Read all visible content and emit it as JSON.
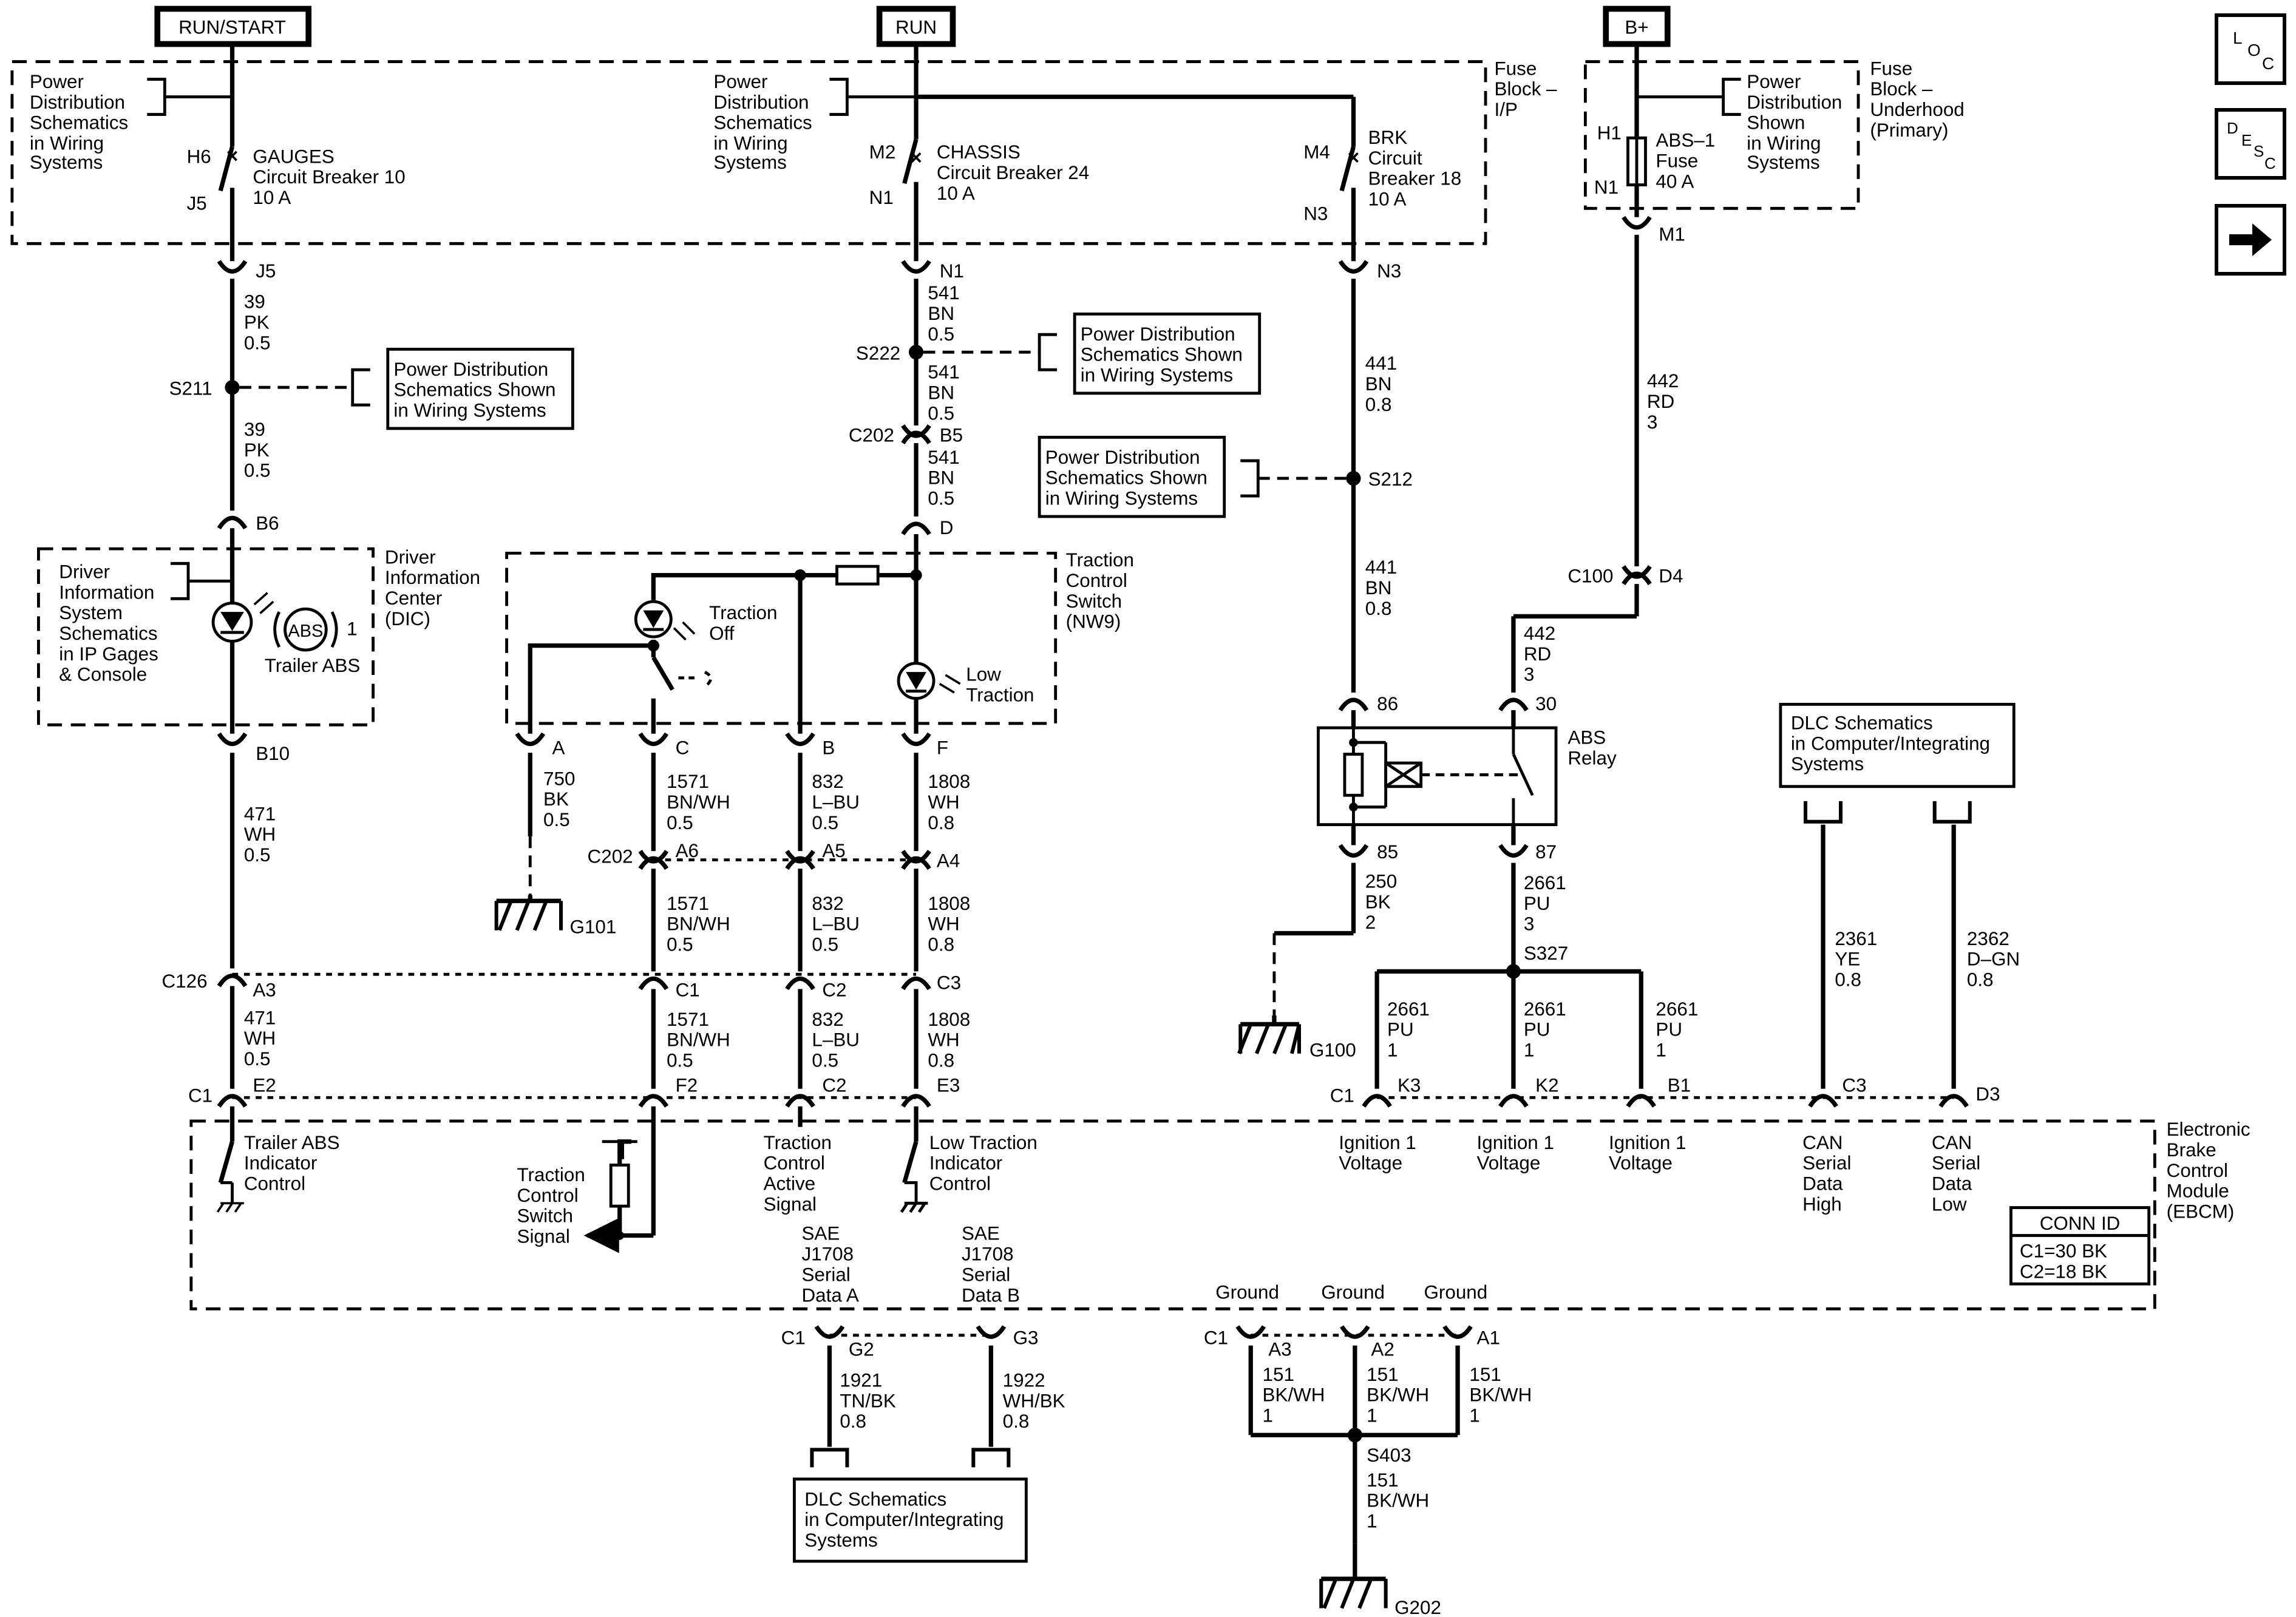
{
  "sources": {
    "run_start": "RUN/START",
    "run": "RUN",
    "b_plus": "B+"
  },
  "fuse_blocks": {
    "ip_title": [
      "Fuse",
      "Block –",
      "I/P"
    ],
    "underhood_title": [
      "Fuse",
      "Block –",
      "Underhood",
      "(Primary)"
    ]
  },
  "power_dist_ref": [
    "Power",
    "Distribution",
    "Schematics",
    "in Wiring",
    "Systems"
  ],
  "power_dist_ref_b": [
    "Power",
    "Distribution",
    "Shown",
    "in Wiring",
    "Systems"
  ],
  "power_dist_box": [
    "Power Distribution",
    "Schematics Shown",
    "in Wiring  Systems"
  ],
  "breakers": {
    "gauges": [
      "GAUGES",
      "Circuit Breaker 10",
      "10 A"
    ],
    "chassis": [
      "CHASSIS",
      "Circuit Breaker 24",
      "10 A"
    ],
    "brk": [
      "BRK",
      "Circuit",
      "Breaker 18",
      "10 A"
    ],
    "abs1": [
      "ABS–1",
      "Fuse",
      "40 A"
    ]
  },
  "pins": {
    "h6": "H6",
    "j5": "J5",
    "m2": "M2",
    "n1": "N1",
    "m4": "M4",
    "n3": "N3",
    "h1": "H1",
    "m1": "M1",
    "b6": "B6",
    "b10": "B10",
    "b5": "B5",
    "d": "D",
    "d4": "D4",
    "a": "A",
    "c": "C",
    "b": "B",
    "f": "F",
    "a6": "A6",
    "a5": "A5",
    "a4": "A4",
    "a3": "A3",
    "c1": "C1",
    "c2": "C2",
    "c3": "C3",
    "e2": "E2",
    "f2": "F2",
    "e3": "E3",
    "k3": "K3",
    "k2": "K2",
    "b1": "B1",
    "d3": "D3",
    "p86": "86",
    "p30": "30",
    "p85": "85",
    "p87": "87",
    "g2": "G2",
    "g3": "G3",
    "a2": "A2",
    "a1": "A1"
  },
  "connectors": {
    "c202": "C202",
    "c126": "C126",
    "c1": "C1",
    "c100": "C100"
  },
  "splices": {
    "s211": "S211",
    "s222": "S222",
    "s212": "S212",
    "s327": "S327",
    "s403": "S403"
  },
  "grounds": {
    "g101": "G101",
    "g100": "G100",
    "g202": "G202"
  },
  "wires": {
    "w39": [
      "39",
      "PK",
      "0.5"
    ],
    "w541": [
      "541",
      "BN",
      "0.5"
    ],
    "w441": [
      "441",
      "BN",
      "0.8"
    ],
    "w442": [
      "442",
      "RD",
      "3"
    ],
    "w471": [
      "471",
      "WH",
      "0.5"
    ],
    "w750": [
      "750",
      "BK",
      "0.5"
    ],
    "w1571": [
      "1571",
      "BN/WH",
      "0.5"
    ],
    "w832": [
      "832",
      "L–BU",
      "0.5"
    ],
    "w1808": [
      "1808",
      "WH",
      "0.8"
    ],
    "w250": [
      "250",
      "BK",
      "2"
    ],
    "w2661_3": [
      "2661",
      "PU",
      "3"
    ],
    "w2661_1": [
      "2661",
      "PU",
      "1"
    ],
    "w2361": [
      "2361",
      "YE",
      "0.8"
    ],
    "w2362": [
      "2362",
      "D–GN",
      "0.8"
    ],
    "w1921": [
      "1921",
      "TN/BK",
      "0.8"
    ],
    "w1922": [
      "1922",
      "WH/BK",
      "0.8"
    ],
    "w151": [
      "151",
      "BK/WH",
      "1"
    ]
  },
  "dic": {
    "ref": [
      "Driver",
      "Information",
      "System",
      "Schematics",
      "in IP Gages",
      "& Console"
    ],
    "title": [
      "Driver",
      "Information",
      "Center",
      "(DIC)"
    ],
    "abs_symbol": "ABS",
    "abs_num": "1",
    "trailer_abs": "Trailer ABS"
  },
  "tcs": {
    "title": [
      "Traction",
      "Control",
      "Switch",
      "(NW9)"
    ],
    "traction_off": [
      "Traction",
      "Off"
    ],
    "low_traction": [
      "Low",
      "Traction"
    ]
  },
  "relay": {
    "title": [
      "ABS",
      "Relay"
    ]
  },
  "dlc_ref": [
    "DLC Schematics",
    "in Computer/Integrating",
    "Systems"
  ],
  "ebcm": {
    "title": [
      "Electronic",
      "Brake",
      "Control",
      "Module",
      "(EBCM)"
    ],
    "trailer_abs_ctrl": [
      "Trailer ABS",
      "Indicator",
      "Control"
    ],
    "tcs_signal": [
      "Traction",
      "Control",
      "Switch",
      "Signal"
    ],
    "tc_active": [
      "Traction",
      "Control",
      "Active",
      "Signal"
    ],
    "low_traction_ctrl": [
      "Low Traction",
      "Indicator",
      "Control"
    ],
    "ign": [
      "Ignition 1",
      "Voltage"
    ],
    "can_high": [
      "CAN",
      "Serial",
      "Data",
      "High"
    ],
    "can_low": [
      "CAN",
      "Serial",
      "Data",
      "Low"
    ],
    "sae_a": [
      "SAE",
      "J1708",
      "Serial",
      "Data A"
    ],
    "sae_b": [
      "SAE",
      "J1708",
      "Serial",
      "Data B"
    ],
    "ground": "Ground"
  },
  "conn_id": {
    "title": "CONN ID",
    "rows": [
      "C1=30 BK",
      "C2=18 BK"
    ]
  },
  "nav": {
    "loc": [
      "L",
      "O",
      "C"
    ],
    "desc": [
      "D",
      "E",
      "S",
      "C"
    ]
  }
}
